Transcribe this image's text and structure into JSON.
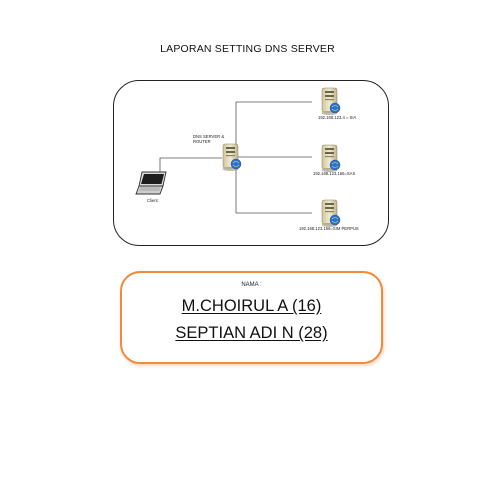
{
  "document": {
    "title": "LAPORAN SETTING DNS SERVER"
  },
  "diagram": {
    "router_label_line1": "DNS SERVER &",
    "router_label_line2": "ROUTER",
    "client_label": "Client",
    "servers": [
      {
        "label": "192.168.123.4 = SIA"
      },
      {
        "label": "192.168.123.166=SAS"
      },
      {
        "label": "192.168.123.166=SIM PERPUS"
      }
    ],
    "colors": {
      "server_body": "#e8dfb8",
      "globe": "#2f6fd0",
      "line": "#555555"
    }
  },
  "names": {
    "label": "NAMA :",
    "members": [
      "M.CHOIRUL A (16)",
      "SEPTIAN ADI N (28)"
    ],
    "border_color": "#f08a3c"
  }
}
